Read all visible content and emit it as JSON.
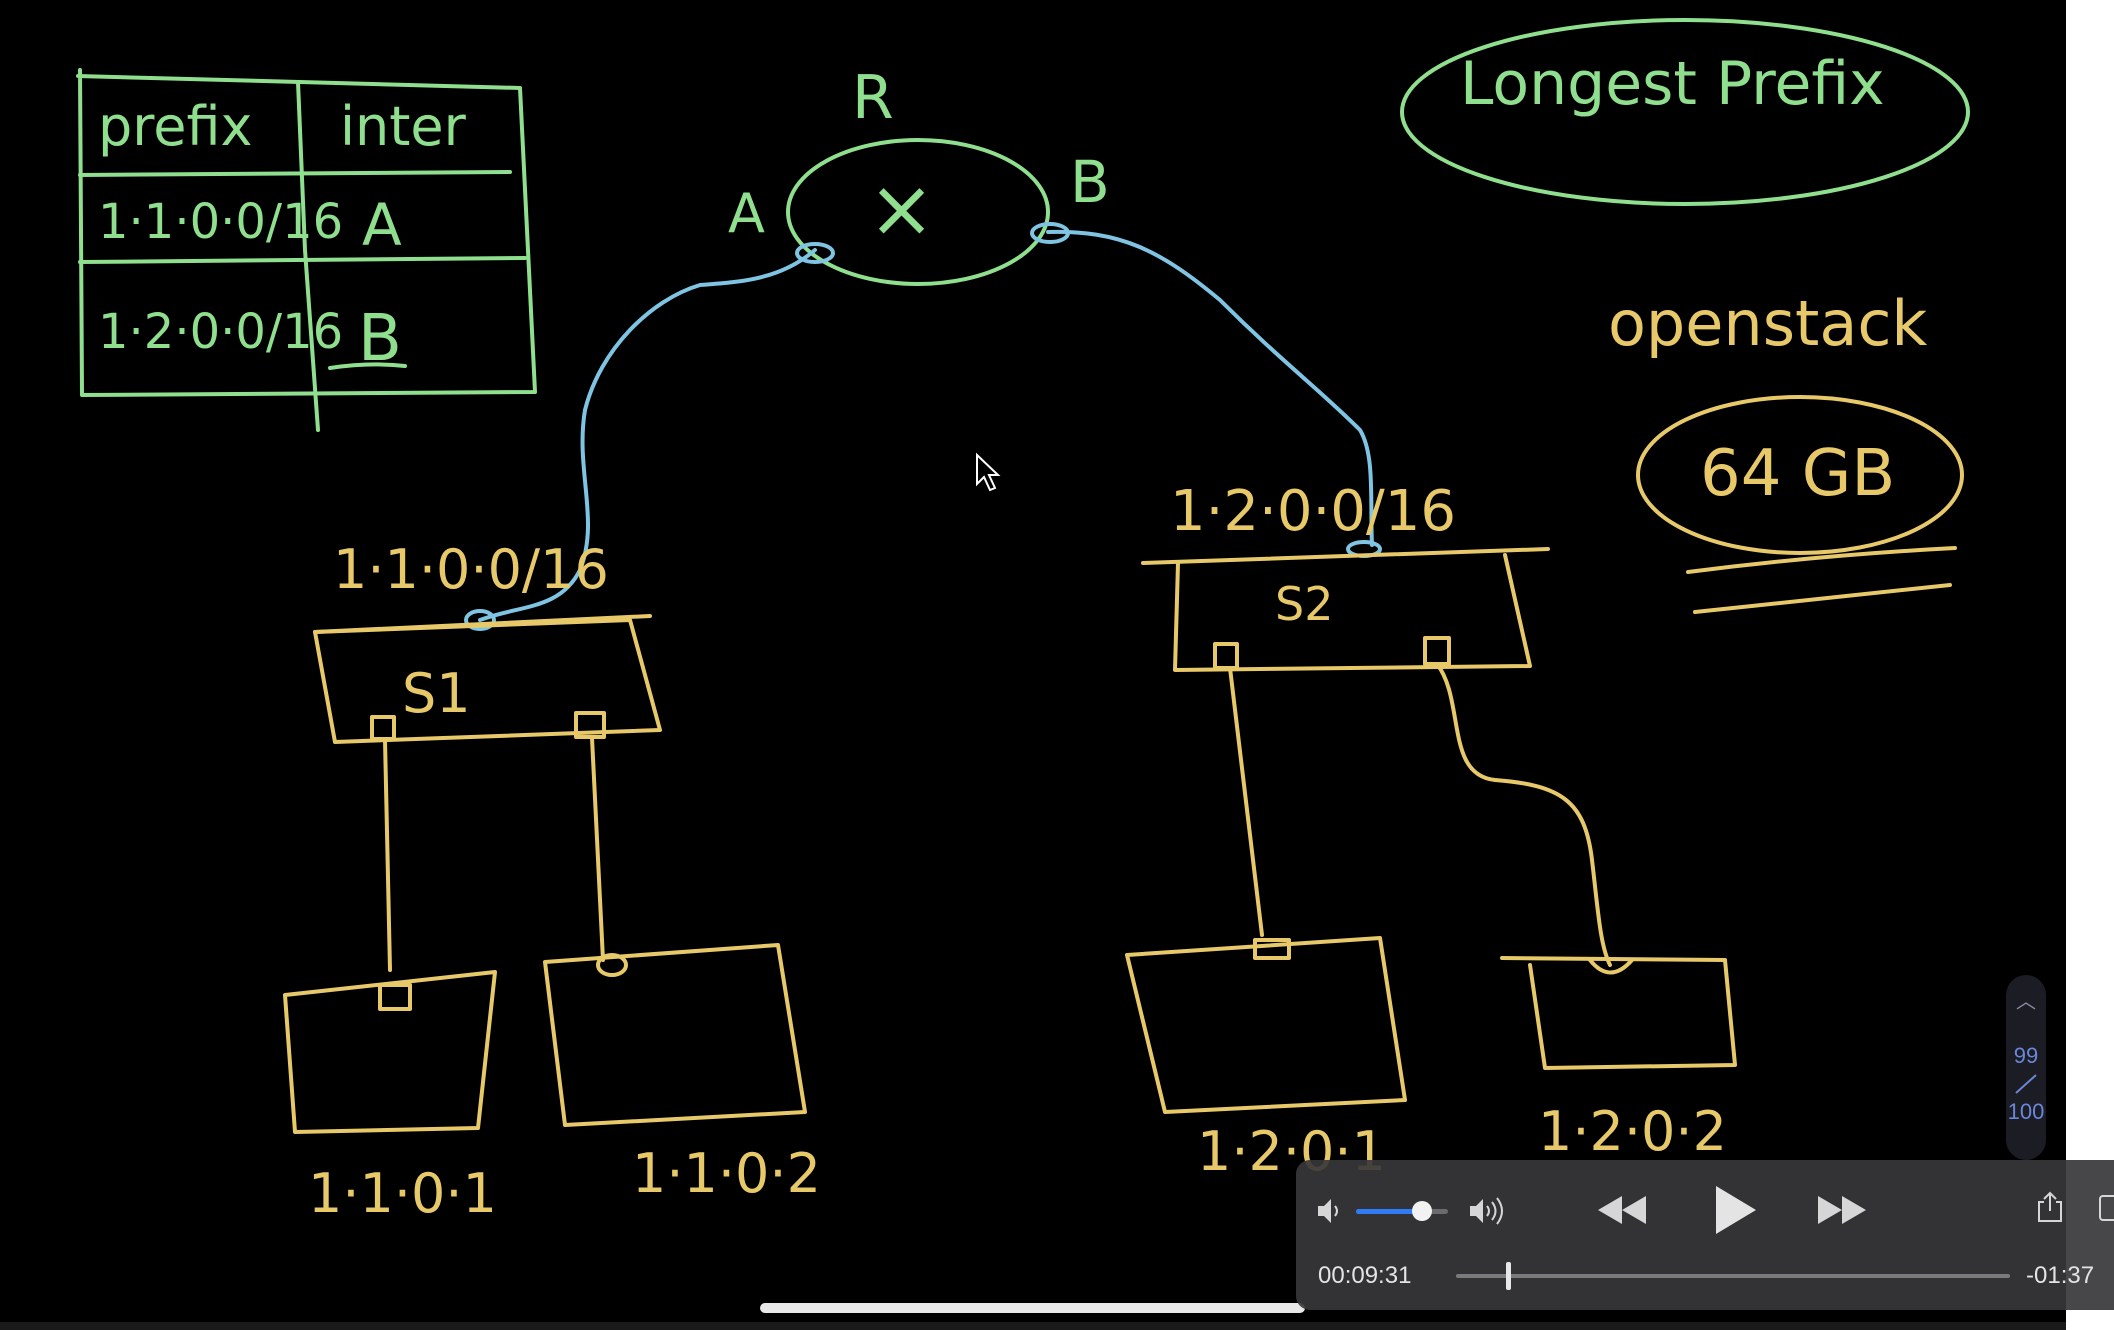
{
  "board": {
    "routing_table": {
      "headers": [
        "prefix",
        "inter"
      ],
      "rows": [
        {
          "prefix": "1·1·0·0/16",
          "inter": "A"
        },
        {
          "prefix": "1·2·0·0/16",
          "inter": "B"
        }
      ]
    },
    "router": {
      "label": "R",
      "mark": "×",
      "port_a": "A",
      "port_b": "B"
    },
    "switch1": {
      "label": "S1",
      "subnet": "1·1·0·0/16"
    },
    "switch2": {
      "label": "S2",
      "subnet": "1·2·0·0/16"
    },
    "hosts": [
      "1·1·0·1",
      "1·1·0·2",
      "1·2·0·1",
      "1·2·0·2"
    ],
    "notes": {
      "title": "Longest Prefix",
      "openstack": "openstack",
      "memory": "64 GB"
    },
    "colors": {
      "green": "#8fdf8f",
      "yellow": "#e8c96a",
      "blue": "#7fc4e3"
    }
  },
  "page_indicator": {
    "current": "99",
    "total": "100",
    "icon": "chevron-up-icon"
  },
  "player": {
    "elapsed": "00:09:31",
    "remaining": "-01:37",
    "volume_level": 0.72,
    "progress_fraction": 0.09,
    "icons": [
      "volume-low-icon",
      "volume-high-icon",
      "rewind-icon",
      "play-icon",
      "fast-forward-icon",
      "share-icon",
      "fullscreen-icon"
    ]
  }
}
